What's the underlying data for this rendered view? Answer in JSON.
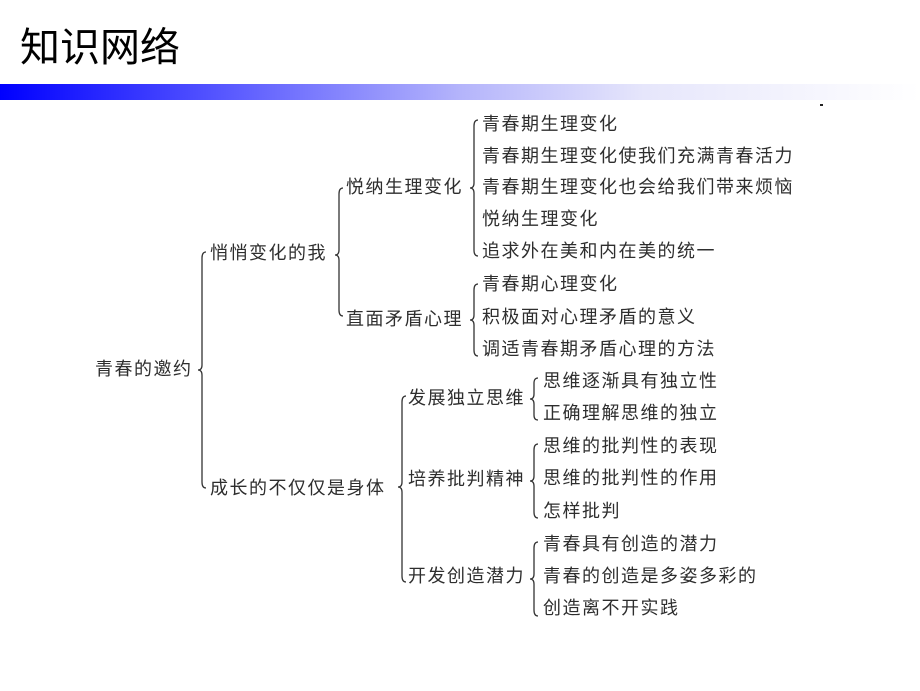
{
  "header": {
    "title": "知识网络",
    "bar_gradient": [
      "#0000ff",
      "#ffffff"
    ]
  },
  "tree": {
    "root": "青春的邀约",
    "children": [
      {
        "label": "悄悄变化的我",
        "children": [
          {
            "label": "悦纳生理变化",
            "items": [
              "青春期生理变化",
              "青春期生理变化使我们充满青春活力",
              "青春期生理变化也会给我们带来烦恼",
              "悦纳生理变化",
              "追求外在美和内在美的统一"
            ]
          },
          {
            "label": "直面矛盾心理",
            "items": [
              "青春期心理变化",
              "积极面对心理矛盾的意义",
              "调适青春期矛盾心理的方法"
            ]
          }
        ]
      },
      {
        "label": "成长的不仅仅是身体",
        "children": [
          {
            "label": "发展独立思维",
            "items": [
              "思维逐渐具有独立性",
              "正确理解思维的独立"
            ]
          },
          {
            "label": "培养批判精神",
            "items": [
              "思维的批判性的表现",
              "思维的批判性的作用",
              "怎样批判"
            ]
          },
          {
            "label": "开发创造潜力",
            "items": [
              "青春具有创造的潜力",
              "青春的创造是多姿多彩的",
              "创造离不开实践"
            ]
          }
        ]
      }
    ]
  }
}
